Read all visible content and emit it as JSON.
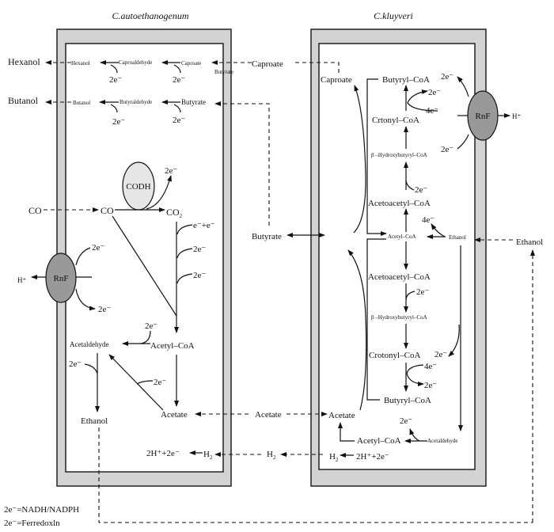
{
  "titles": {
    "left_organism": "C.autoethanogenum",
    "right_organism": "C.kluyveri"
  },
  "left_cell": {
    "hexanol_ext": "Hexanol",
    "hexanol_int": "Hexanol",
    "caproaldehyde": "Caproaldehyde",
    "caproate": "Caproate",
    "butyrate_small": "Butyrate",
    "butanol_ext": "Butanol",
    "butanol_int": "Butanol",
    "butyraldehyde": "Butyraldehyde",
    "butyrate": "Butyrate",
    "e2": "2e⁻",
    "codh": "CODH",
    "co_ext": "CO",
    "co_int": "CO",
    "co2": "CO",
    "co2_sub": "2",
    "e_plus_e": "e⁻+e⁻",
    "rnf": "RnF",
    "h_plus": "H⁺",
    "acetaldehyde": "Acetaldehyde",
    "acetyl_coa": "Acetyl–CoA",
    "ethanol": "Ethanol",
    "acetate": "Acetate",
    "h2_products": "2H⁺+2e⁻",
    "h2": "H",
    "h2_sub": "2"
  },
  "middle": {
    "caproate": "Caproate",
    "butyrate": "Butyrate",
    "acetate": "Acetate",
    "h2": "H",
    "h2_sub": "2",
    "ethanol": "Ethanol"
  },
  "right_cell": {
    "caproate": "Caproate",
    "butyryl_coa_top": "Butyryl–CoA",
    "crtonyl_coa": "Crtonyl–CoA",
    "hydroxybutyryl_top": "β –Hydroxybutyryl–CoA",
    "acetoacetyl_top": "Acetoacetyl–CoA",
    "acetyl_coa_center": "Acetyl–CoA",
    "ethanol": "Ethanol",
    "acetoacetyl_bottom": "Acetoacetyl–CoA",
    "hydroxybutyryl_bottom": "β –Hydroxybutyryl–CoA",
    "crotonyl_coa": "Crotonyl–CoA",
    "butyryl_coa_bottom": "Butyryl–CoA",
    "acetate": "Acetate",
    "acetyl_coa_bottom": "Acetyl–CoA",
    "acetaldehyde": "Acetaldehyde",
    "h2": "H",
    "h2_sub": "2",
    "h2_products": "2H⁺+2e⁻",
    "rnf": "RnF",
    "h_plus": "H⁺",
    "e2": "2e⁻",
    "e4": "4e⁻"
  },
  "legend": {
    "line1": "2e⁻=NADH/NADPH",
    "line2": "2e⁻=Ferredoxln"
  },
  "colors": {
    "membrane": "#d3d3d3",
    "rnf": "#999999",
    "codh": "#e6e6e6"
  }
}
